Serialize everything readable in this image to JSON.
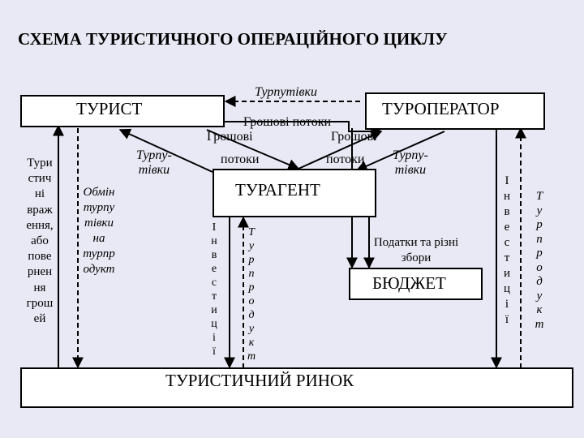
{
  "title": "СХЕМА ТУРИСТИЧНОГО ОПЕРАЦІЙНОГО ЦИКЛУ",
  "nodes": {
    "tourist": "ТУРИСТ",
    "tour_operator": "ТУРОПЕРАТОР",
    "tour_agent": "ТУРАГЕНТ",
    "budget": "БЮДЖЕТ",
    "tourist_market": "ТУРИСТИЧНИЙ РИНОК"
  },
  "labels": {
    "tour_vouchers_top": "Турпутівки",
    "money_flows_top": "Грошові потоки",
    "money_left_a": "Грошові",
    "money_left_b": "потоки",
    "money_right_a": "Грошові",
    "money_right_b": "потоки",
    "vouchers_left": "Турпу-\nтівки",
    "vouchers_right": "Турпу-\nтівки",
    "impressions": "Тури\nстич\nні\nвраж\nення,\nабо\nпове\nрнен\nня\nгрош\nей",
    "exchange": "Обмін\nтурпу\nтівки\nна\nтурпр\nодукт",
    "investments_left": "І\nн\nв\nе\nс\nт\nи\nц\nі\nї",
    "product_left": "Т\nу\nр\nп\nр\nо\nд\nу\nк\nт",
    "taxes": "Податки та різні\nзбори",
    "investments_right": "І\nн\nв\nе\nс\nт\nи\nц\nі\nї",
    "product_right": "Т\nу\nр\nп\nр\nо\nд\nу\nк\nт"
  }
}
